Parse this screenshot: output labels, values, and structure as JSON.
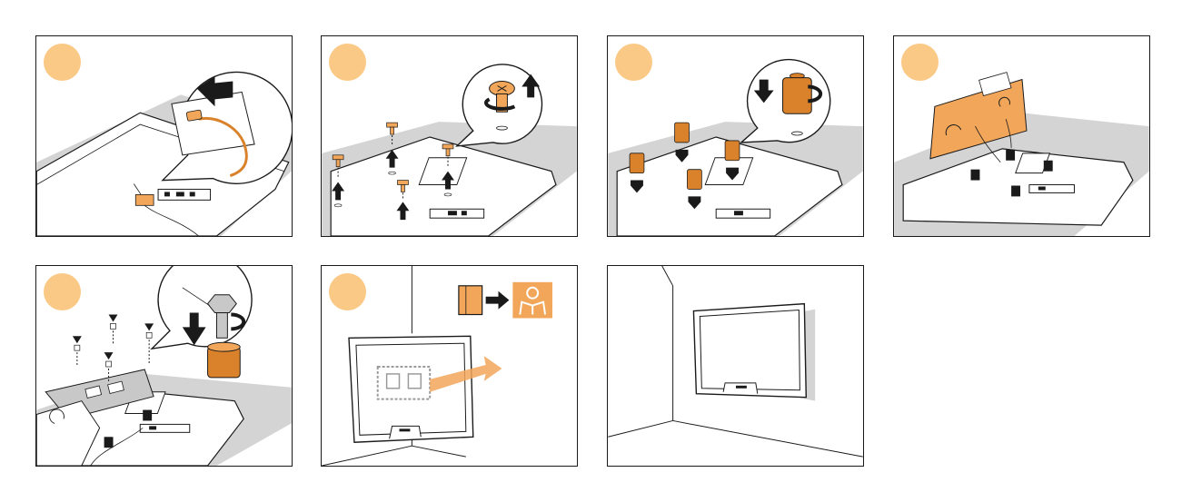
{
  "colors": {
    "accent": "#FBC986",
    "orange": "#F2A65A",
    "orange_dark": "#D9822B",
    "surface_gray": "#D4D4D4",
    "line": "#1A1A1A",
    "screw_brown": "#8A5A2A",
    "bracket_gray": "#C8C8C8"
  },
  "steps": [
    {
      "id": 1,
      "badge_visible": true,
      "icons": [
        "tv-back-panel",
        "cable-unplug-magnifier",
        "left-arrow-icon"
      ]
    },
    {
      "id": 2,
      "badge_visible": true,
      "icons": [
        "screw-remove-magnifier",
        "up-arrow-icon"
      ]
    },
    {
      "id": 3,
      "badge_visible": true,
      "icons": [
        "spacer-insert-magnifier",
        "down-arrow-icon"
      ]
    },
    {
      "id": 4,
      "badge_visible": true,
      "icons": [
        "wall-bracket-plate"
      ]
    },
    {
      "id": 5,
      "badge_visible": true,
      "icons": [
        "bolt-fasten-magnifier",
        "down-arrow-icon"
      ]
    },
    {
      "id": 6,
      "badge_visible": true,
      "icons": [
        "manual-book-icon",
        "reading-person-icon",
        "right-arrow-icon"
      ]
    },
    {
      "id": 7,
      "badge_visible": false,
      "icons": [
        "tv-mounted-on-wall"
      ]
    }
  ]
}
